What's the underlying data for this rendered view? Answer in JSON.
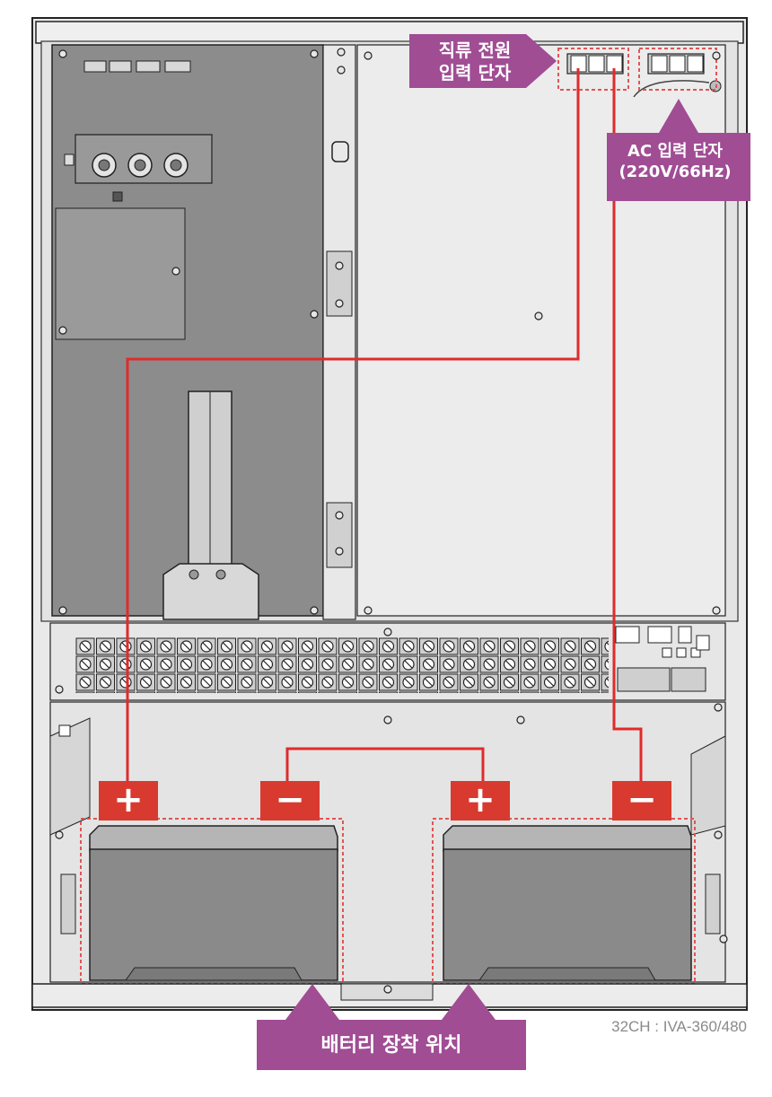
{
  "labels": {
    "dc_input": [
      "직류 전원",
      "입력 단자"
    ],
    "ac_input": [
      "AC 입력 단자",
      "(220V/66Hz)"
    ],
    "battery_position": "배터리 장착 위치",
    "model": "32CH : IVA-360/480"
  },
  "polarity": {
    "left_plus": "+",
    "left_minus": "−",
    "right_plus": "+",
    "right_minus": "−"
  },
  "colors": {
    "callout": "#a04d94",
    "wire": "#e02b2b",
    "sign_bg": "#d93a2f",
    "panel_dark": "#8c8c8c",
    "panel_light": "#dcdcdc",
    "battery": "#8a8a8a",
    "outline": "#222222"
  }
}
